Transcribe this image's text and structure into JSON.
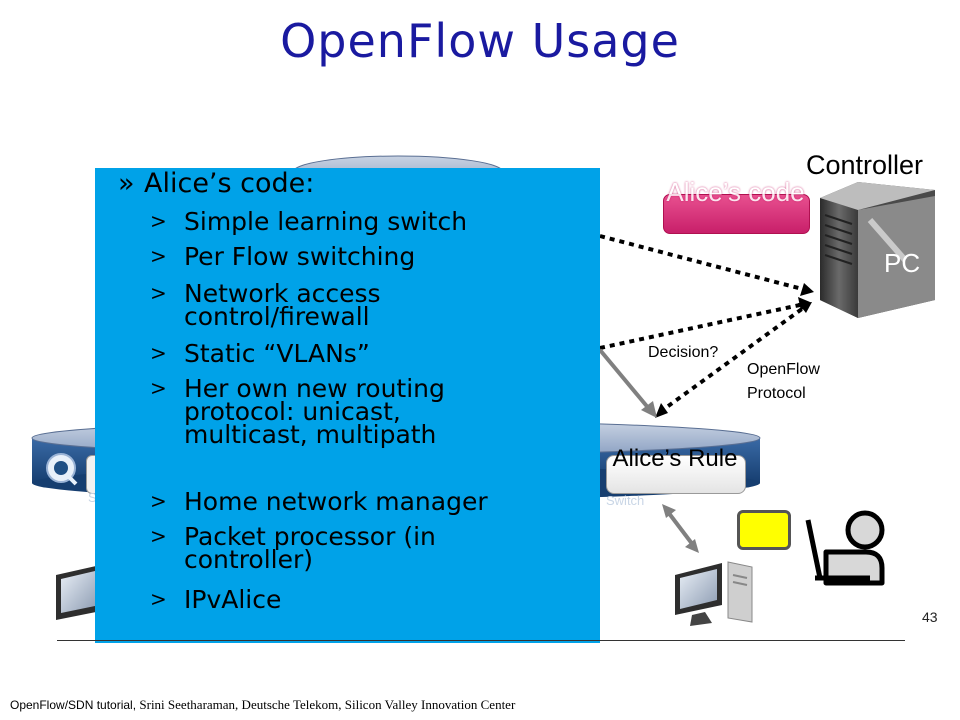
{
  "slide": {
    "title": "OpenFlow Usage",
    "slide_number": "43"
  },
  "diagram": {
    "controller_label": "Controller",
    "pc_label": "PC",
    "alice_code_label": "Alice’s code",
    "decision_label": "Decision?",
    "openflow_protocol_label": "OpenFlow\nProtocol",
    "alice_rule_label": "Alice’s Rule",
    "switch_label_right": "Switch",
    "switch_label_left": "S"
  },
  "overlay": {
    "heading_marker": "»",
    "heading": "Alice’s code:",
    "item_marker": ">",
    "items": [
      "Simple learning switch",
      "Per Flow switching",
      "Network access control/firewall",
      "Static “VLANs”",
      "Her own new routing protocol: unicast, multicast, multipath",
      "Home network manager",
      "Packet processor (in controller)",
      "IPvAlice"
    ]
  },
  "footer": {
    "prefix": "OpenFlow/SDN tutorial, ",
    "credit": "Srini Seetharaman, Deutsche Telekom, Silicon Valley Innovation Center"
  },
  "colors": {
    "title": "#1a1aa0",
    "overlay": "#00a2e8",
    "badge": "#d9317a",
    "switch_body": "#1f4f85",
    "highlight": "#ffff00"
  }
}
